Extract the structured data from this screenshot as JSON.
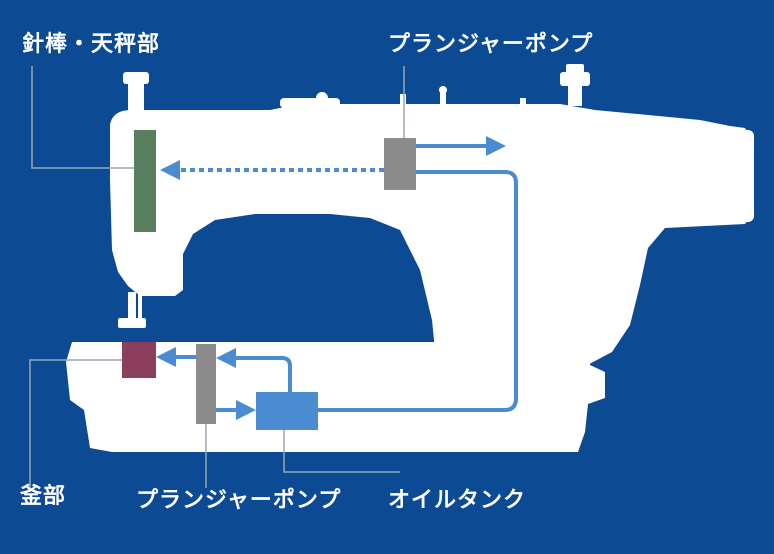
{
  "labels": {
    "needle_bar": "針棒・天秤部",
    "plunger_pump_top": "プランジャーポンプ",
    "hook": "釜部",
    "plunger_pump_bottom": "プランジャーポンプ",
    "oil_tank": "オイルタンク"
  },
  "colors": {
    "background": "#0d4a94",
    "machine": "#ffffff",
    "needle_bar": "#5a7f5e",
    "hook": "#8c3f5d",
    "pump": "#8c8c8c",
    "oil_tank": "#4a8ccf",
    "flow": "#4a8ccf",
    "leader_line": "#9aa6b4"
  }
}
